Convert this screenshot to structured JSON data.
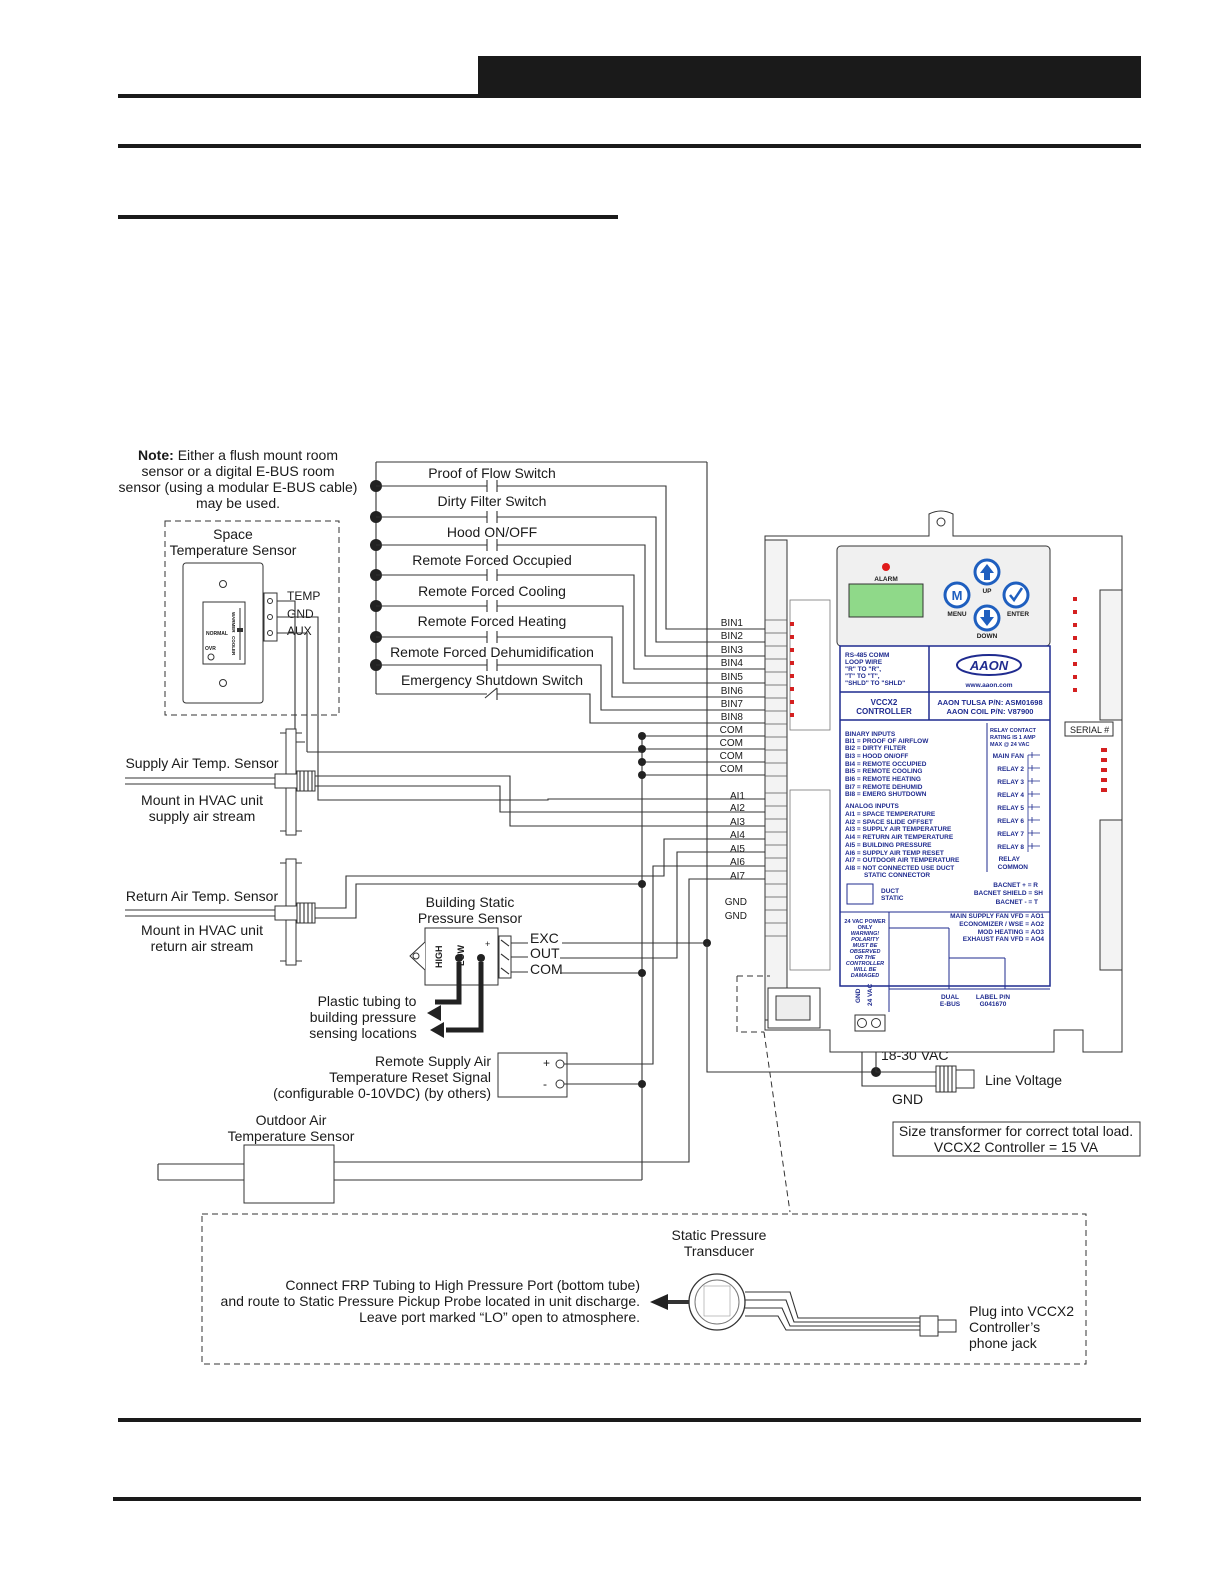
{
  "header": {
    "title_bar_color": "#1a1a1a"
  },
  "note": {
    "bold": "Note:",
    "lines": [
      "Either a flush mount room",
      "sensor or a digital E-BUS room",
      "sensor (using a modular E-BUS cable)",
      "may be used."
    ]
  },
  "space_sensor": {
    "title": [
      "Space",
      "Temperature Sensor"
    ],
    "terminals": [
      "TEMP",
      "GND",
      "AUX"
    ],
    "slider_labels": {
      "warmer": "WARMER",
      "cooler": "COOLER",
      "normal": "NORMAL",
      "ovr": "OVR"
    }
  },
  "switches": [
    "Proof of Flow Switch",
    "Dirty Filter Switch",
    "Hood ON/OFF",
    "Remote Forced Occupied",
    "Remote Forced Cooling",
    "Remote Forced Heating",
    "Remote Forced Dehumidification",
    "Emergency Shutdown Switch"
  ],
  "terminals": {
    "binary": [
      "BIN1",
      "BIN2",
      "BIN3",
      "BIN4",
      "BIN5",
      "BIN6",
      "BIN7",
      "BIN8",
      "COM",
      "COM",
      "COM",
      "COM"
    ],
    "analog": [
      "AI1",
      "AI2",
      "AI3",
      "AI4",
      "AI5",
      "AI6",
      "AI7",
      "GND",
      "GND"
    ]
  },
  "supply_sensor": {
    "title": "Supply Air Temp. Sensor",
    "mount": [
      "Mount in HVAC unit",
      "supply air stream"
    ]
  },
  "return_sensor": {
    "title": "Return Air Temp. Sensor",
    "mount": [
      "Mount in HVAC unit",
      "return air stream"
    ]
  },
  "static_sensor": {
    "title": [
      "Building Static",
      "Pressure Sensor"
    ],
    "ports": [
      "HIGH",
      "LOW"
    ],
    "terminals": [
      "EXC",
      "OUT",
      "COM"
    ],
    "tubing": [
      "Plastic tubing to",
      "building pressure",
      "sensing locations"
    ]
  },
  "reset_signal": {
    "lines": [
      "Remote Supply Air",
      "Temperature Reset Signal",
      "(configurable 0-10VDC) (by others)"
    ],
    "terminals": [
      "+",
      "-"
    ]
  },
  "outdoor_sensor": {
    "title": [
      "Outdoor Air",
      "Temperature Sensor"
    ]
  },
  "power": {
    "vac": "18-30 VAC",
    "gnd": "GND",
    "line": "Line Voltage"
  },
  "transformer_note": [
    "Size transformer for correct total load.",
    "VCCX2 Controller = 15 VA"
  ],
  "controller": {
    "alarm": "ALARM",
    "buttons": [
      "UP",
      "MENU",
      "ENTER",
      "DOWN"
    ],
    "brand": "AAON",
    "website": "www.aaon.com",
    "rs485": [
      "RS-485 COMM",
      "LOOP WIRE",
      "\"R\" TO \"R\",",
      "\"T\" TO \"T\",",
      "\"SHLD\" TO \"SHLD\""
    ],
    "model": [
      "VCCX2",
      "CONTROLLER"
    ],
    "pn": [
      "AAON TULSA P/N: ASM01698",
      "AAON COIL P/N: V87900"
    ],
    "binary_inputs": [
      "BINARY INPUTS",
      "BI1 = PROOF OF AIRFLOW",
      "BI2 = DIRTY FILTER",
      "BI3 = HOOD ON/OFF",
      "BI4 = REMOTE OCCUPIED",
      "BI5 = REMOTE COOLING",
      "BI6 = REMOTE HEATING",
      "BI7 = REMOTE DEHUMID",
      "BI8 = EMERG SHUTDOWN"
    ],
    "analog_inputs": [
      "ANALOG INPUTS",
      "AI1 = SPACE TEMPERATURE",
      "AI2 = SPACE SLIDE OFFSET",
      "AI3 = SUPPLY AIR TEMPERATURE",
      "AI4 = RETURN AIR TEMPERATURE",
      "AI5 = BUILDING PRESSURE",
      "AI6 = SUPPLY AIR TEMP RESET",
      "AI7 = OUTDOOR AIR TEMPERATURE",
      "AI8 = NOT CONNECTED USE DUCT",
      "STATIC CONNECTOR"
    ],
    "relay_note": [
      "RELAY CONTACT",
      "RATING IS 1 AMP",
      "MAX @ 24 VAC"
    ],
    "relays": [
      "MAIN FAN",
      "RELAY 2",
      "RELAY 3",
      "RELAY 4",
      "RELAY 5",
      "RELAY 6",
      "RELAY 7",
      "RELAY 8",
      "RELAY",
      "COMMON"
    ],
    "bacnet": [
      "BACNET + = R",
      "BACNET SHIELD = SH",
      "BACNET - = T"
    ],
    "aouts": [
      "MAIN SUPPLY FAN VFD = AO1",
      "ECONOMIZER / WSE = AO2",
      "MOD HEATING = AO3",
      "EXHAUST FAN VFD = AO4"
    ],
    "warning": [
      "24 VAC POWER",
      "ONLY",
      "WARNING!",
      "POLARITY",
      "MUST BE",
      "OBSERVED",
      "OR THE",
      "CONTROLLER",
      "WILL BE",
      "DAMAGED"
    ],
    "duct": [
      "DUCT",
      "STATIC"
    ],
    "dual": [
      "DUAL",
      "E-BUS"
    ],
    "label_pn": [
      "LABEL P/N",
      "G041670"
    ],
    "serial": "SERIAL #",
    "power_pins": [
      "GND",
      "24 VAC"
    ]
  },
  "transducer": {
    "title": [
      "Static Pressure",
      "Transducer"
    ],
    "instructions": [
      "Connect FRP Tubing to High Pressure Port (bottom tube)",
      "and route to Static Pressure Pickup Probe located in unit discharge.",
      "Leave port marked “LO” open to atmosphere."
    ],
    "plug": [
      "Plug into VCCX2",
      "Controller’s",
      "phone jack"
    ]
  }
}
